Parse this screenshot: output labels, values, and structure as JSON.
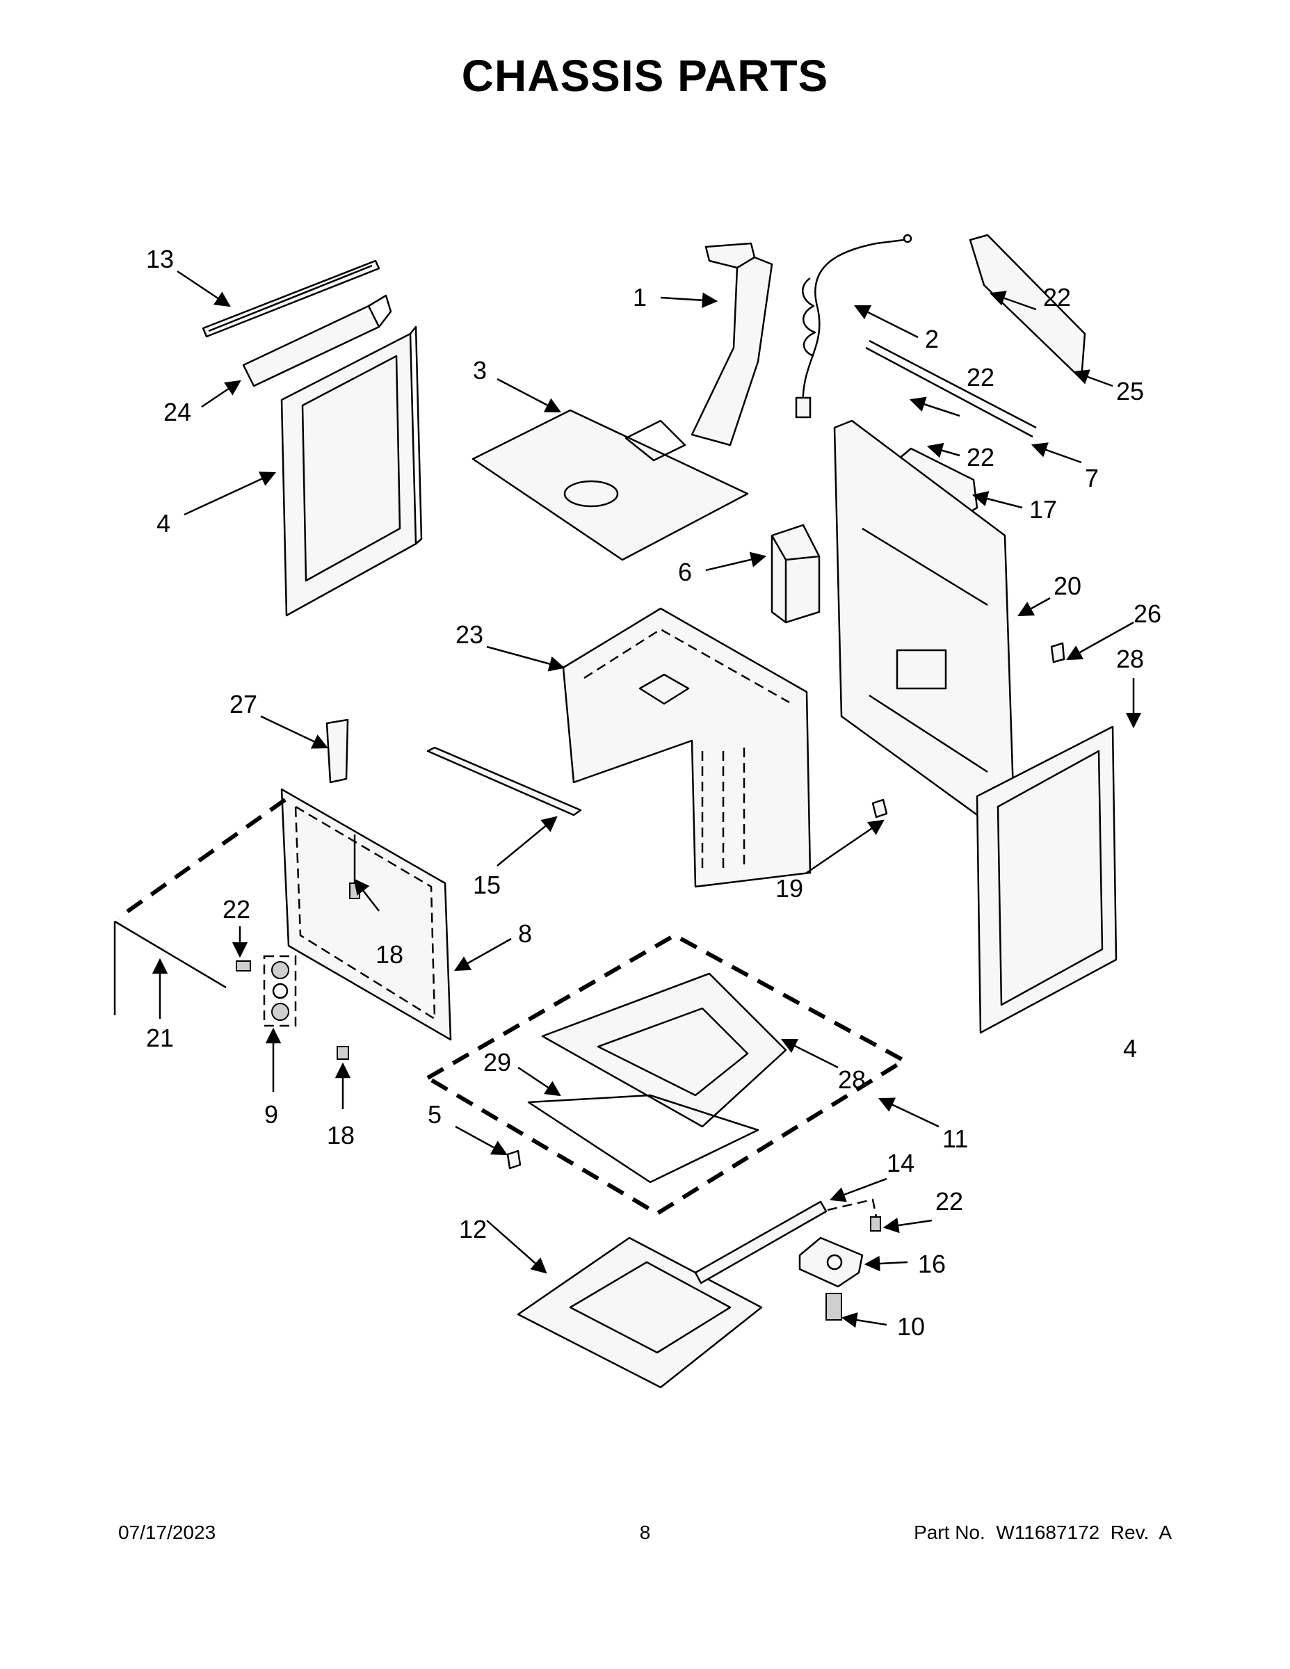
{
  "title": "CHASSIS PARTS",
  "footer": {
    "date": "07/17/2023",
    "page": "8",
    "part_no": "Part No.  W11687172  Rev.  A"
  },
  "callouts": [
    "1",
    "2",
    "3",
    "4",
    "4",
    "5",
    "6",
    "7",
    "8",
    "9",
    "10",
    "11",
    "12",
    "13",
    "14",
    "15",
    "16",
    "17",
    "18",
    "18",
    "19",
    "20",
    "21",
    "22",
    "22",
    "22",
    "22",
    "22",
    "23",
    "24",
    "25",
    "26",
    "27",
    "28",
    "28",
    "29"
  ]
}
